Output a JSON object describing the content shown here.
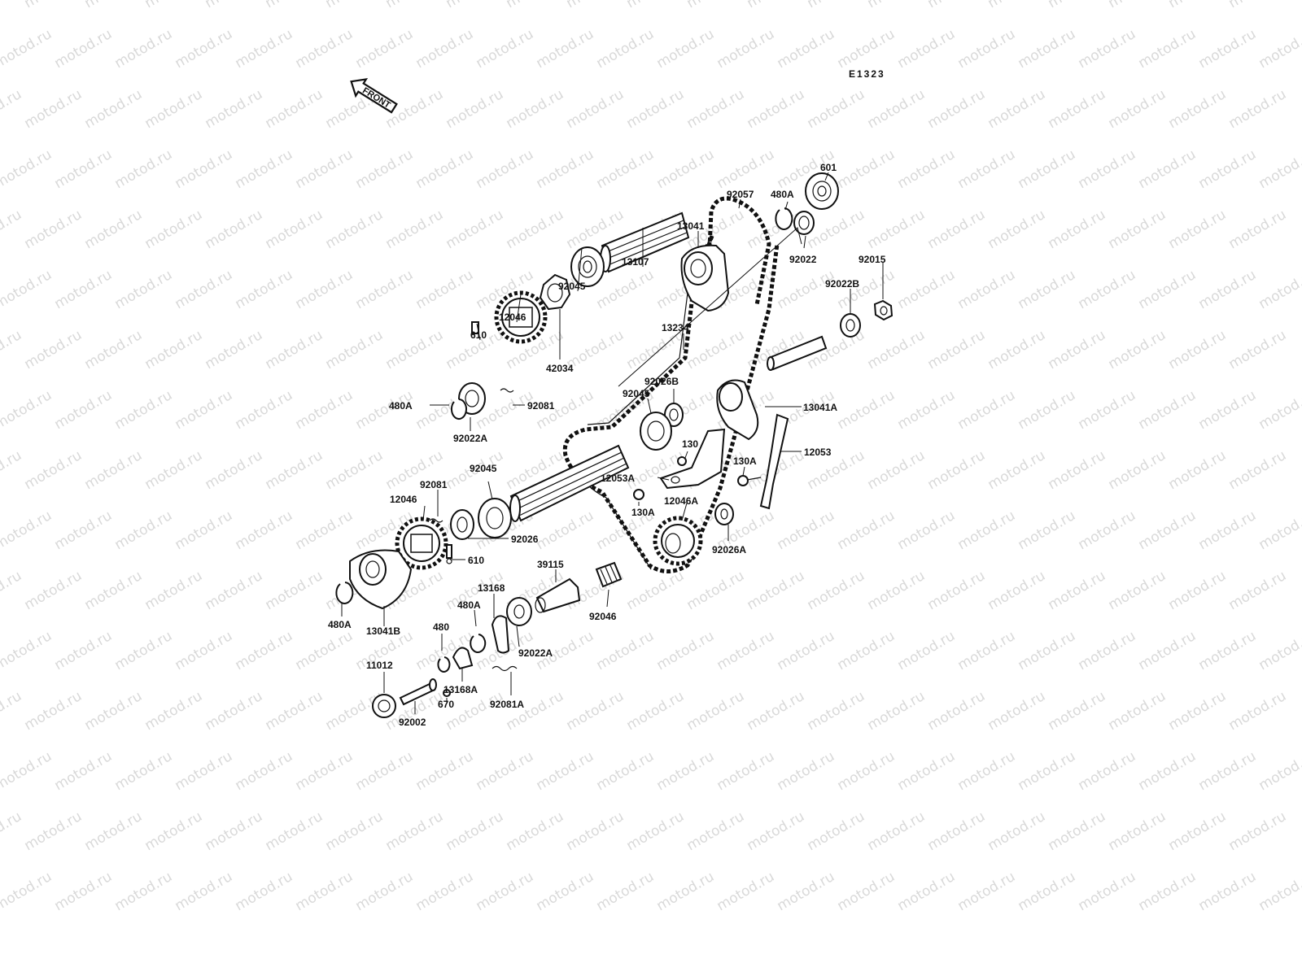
{
  "watermark": "motod.ru",
  "diagram_code": "E1323",
  "front_label": "FRONT",
  "labels": [
    {
      "key": "601",
      "text": "601"
    },
    {
      "key": "92057",
      "text": "92057"
    },
    {
      "key": "480A_top",
      "text": "480A"
    },
    {
      "key": "13041",
      "text": "13041"
    },
    {
      "key": "92022",
      "text": "92022"
    },
    {
      "key": "92015",
      "text": "92015"
    },
    {
      "key": "13107",
      "text": "13107"
    },
    {
      "key": "92022B",
      "text": "92022B"
    },
    {
      "key": "92045_top",
      "text": "92045"
    },
    {
      "key": "12046_top",
      "text": "12046"
    },
    {
      "key": "13234",
      "text": "13234"
    },
    {
      "key": "610_top",
      "text": "610"
    },
    {
      "key": "92026B",
      "text": "92026B"
    },
    {
      "key": "92045_mid",
      "text": "92045"
    },
    {
      "key": "42034",
      "text": "42034"
    },
    {
      "key": "480A_left",
      "text": "480A"
    },
    {
      "key": "92081_top",
      "text": "92081"
    },
    {
      "key": "13041A",
      "text": "13041A"
    },
    {
      "key": "92022A_top",
      "text": "92022A"
    },
    {
      "key": "130",
      "text": "130"
    },
    {
      "key": "12053",
      "text": "12053"
    },
    {
      "key": "130A_right",
      "text": "130A"
    },
    {
      "key": "12053A",
      "text": "12053A"
    },
    {
      "key": "92045_low",
      "text": "92045"
    },
    {
      "key": "92081_mid",
      "text": "92081"
    },
    {
      "key": "12046A",
      "text": "12046A"
    },
    {
      "key": "12046_low",
      "text": "12046"
    },
    {
      "key": "130A_low",
      "text": "130A"
    },
    {
      "key": "92026",
      "text": "92026"
    },
    {
      "key": "92026A",
      "text": "92026A"
    },
    {
      "key": "610_low",
      "text": "610"
    },
    {
      "key": "39115",
      "text": "39115"
    },
    {
      "key": "13168",
      "text": "13168"
    },
    {
      "key": "92046",
      "text": "92046"
    },
    {
      "key": "480A_mid",
      "text": "480A"
    },
    {
      "key": "480A_bl",
      "text": "480A"
    },
    {
      "key": "13041B",
      "text": "13041B"
    },
    {
      "key": "480",
      "text": "480"
    },
    {
      "key": "92022A_low",
      "text": "92022A"
    },
    {
      "key": "11012",
      "text": "11012"
    },
    {
      "key": "13168A",
      "text": "13168A"
    },
    {
      "key": "670",
      "text": "670"
    },
    {
      "key": "92081A",
      "text": "92081A"
    },
    {
      "key": "92002",
      "text": "92002"
    }
  ]
}
